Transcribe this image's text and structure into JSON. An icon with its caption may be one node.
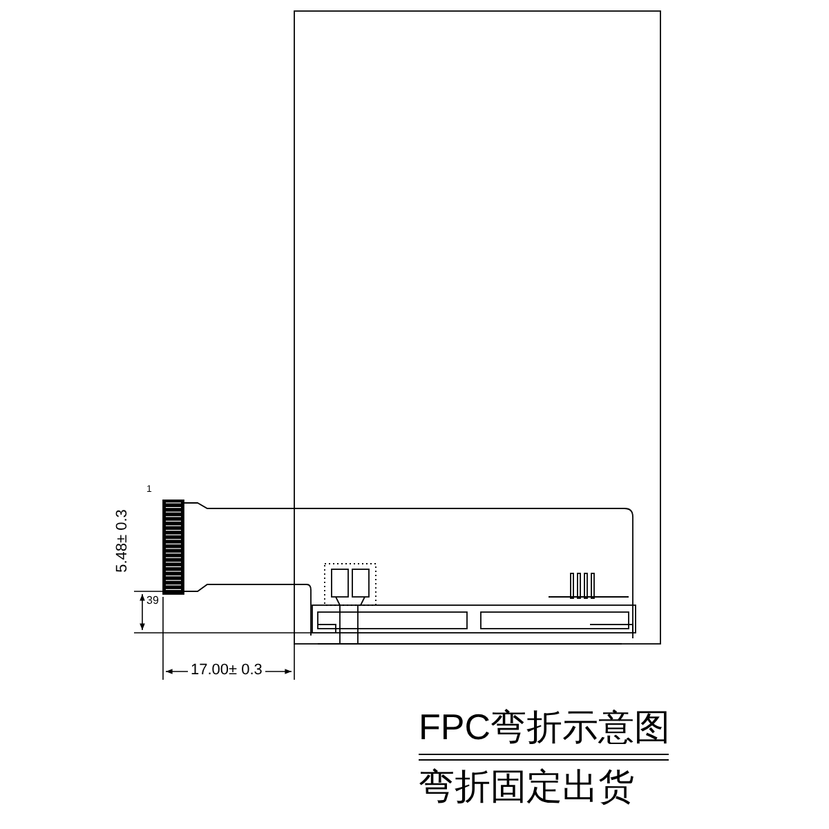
{
  "diagram": {
    "title": "FPC弯折示意图",
    "caption": "弯折固定出货",
    "labels": [
      "1",
      "5.48± 0.3",
      "39",
      "17.00± 0.3"
    ]
  }
}
